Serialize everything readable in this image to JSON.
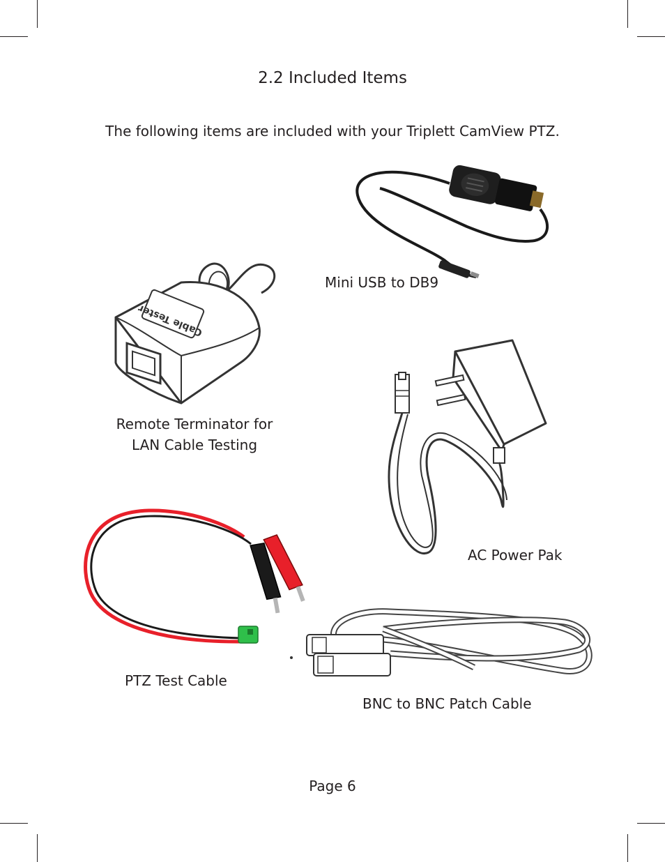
{
  "section_title": "2.2  Included Items",
  "intro": "The following items are included with your Triplett CamView PTZ.",
  "items": [
    {
      "id": "mini-usb-db9",
      "caption": "Mini USB to DB9",
      "image": "mini-usb-to-db9-cable-photo"
    },
    {
      "id": "remote-terminator",
      "caption_line1": "Remote Terminator for",
      "caption_line2": "LAN Cable Testing",
      "image": "remote-terminator-drawing",
      "printed_label": "Cable Tester"
    },
    {
      "id": "ac-power-pak",
      "caption": "AC Power Pak",
      "image": "ac-power-adapter-drawing"
    },
    {
      "id": "ptz-test-cable",
      "caption": "PTZ Test Cable",
      "image": "ptz-test-cable-photo"
    },
    {
      "id": "bnc-patch-cable",
      "caption": "BNC to BNC Patch Cable",
      "image": "bnc-patch-cable-drawing"
    }
  ],
  "footer": {
    "page_label": "Page 6"
  },
  "colors": {
    "text": "#231f20",
    "cable_black": "#1a1a1a",
    "cable_red": "#e8202a",
    "connector_green": "#2fbf4a"
  }
}
